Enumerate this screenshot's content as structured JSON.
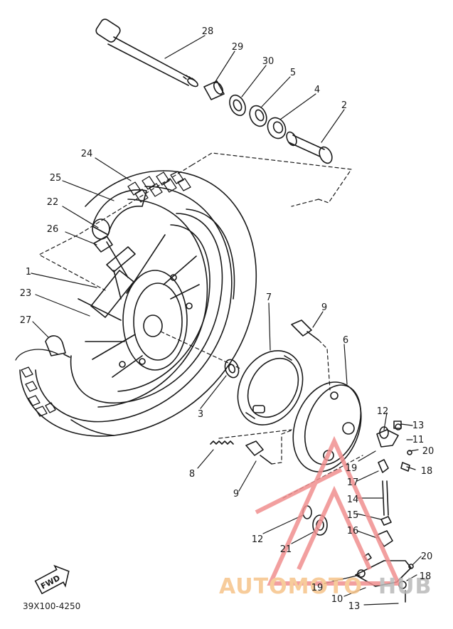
{
  "diagram": {
    "part_callouts": [
      {
        "id": "28",
        "label": "28"
      },
      {
        "id": "29",
        "label": "29"
      },
      {
        "id": "30",
        "label": "30"
      },
      {
        "id": "5",
        "label": "5"
      },
      {
        "id": "4",
        "label": "4"
      },
      {
        "id": "2",
        "label": "2"
      },
      {
        "id": "24",
        "label": "24"
      },
      {
        "id": "25",
        "label": "25"
      },
      {
        "id": "22",
        "label": "22"
      },
      {
        "id": "26",
        "label": "26"
      },
      {
        "id": "1",
        "label": "1"
      },
      {
        "id": "23",
        "label": "23"
      },
      {
        "id": "27",
        "label": "27"
      },
      {
        "id": "7",
        "label": "7"
      },
      {
        "id": "9a",
        "label": "9"
      },
      {
        "id": "6",
        "label": "6"
      },
      {
        "id": "3",
        "label": "3"
      },
      {
        "id": "8",
        "label": "8"
      },
      {
        "id": "9b",
        "label": "9"
      },
      {
        "id": "12a",
        "label": "12"
      },
      {
        "id": "13a",
        "label": "13"
      },
      {
        "id": "11",
        "label": "11"
      },
      {
        "id": "20a",
        "label": "20"
      },
      {
        "id": "19a",
        "label": "19"
      },
      {
        "id": "18a",
        "label": "18"
      },
      {
        "id": "17",
        "label": "17"
      },
      {
        "id": "14",
        "label": "14"
      },
      {
        "id": "15",
        "label": "15"
      },
      {
        "id": "16",
        "label": "16"
      },
      {
        "id": "12b",
        "label": "12"
      },
      {
        "id": "21",
        "label": "21"
      },
      {
        "id": "20b",
        "label": "20"
      },
      {
        "id": "18b",
        "label": "18"
      },
      {
        "id": "19b",
        "label": "19"
      },
      {
        "id": "10",
        "label": "10"
      },
      {
        "id": "13b",
        "label": "13"
      }
    ],
    "fwd_badge": "FWD",
    "drawing_code": "39X100-4250"
  },
  "watermark": {
    "text_part1": "AUTOMOTO",
    "text_part2": "HUB",
    "colors": {
      "orange": "#f6c48a",
      "gray": "#b9b9b9",
      "red": "#f08f8f"
    }
  },
  "colors": {
    "ink": "#1a1a1a"
  }
}
